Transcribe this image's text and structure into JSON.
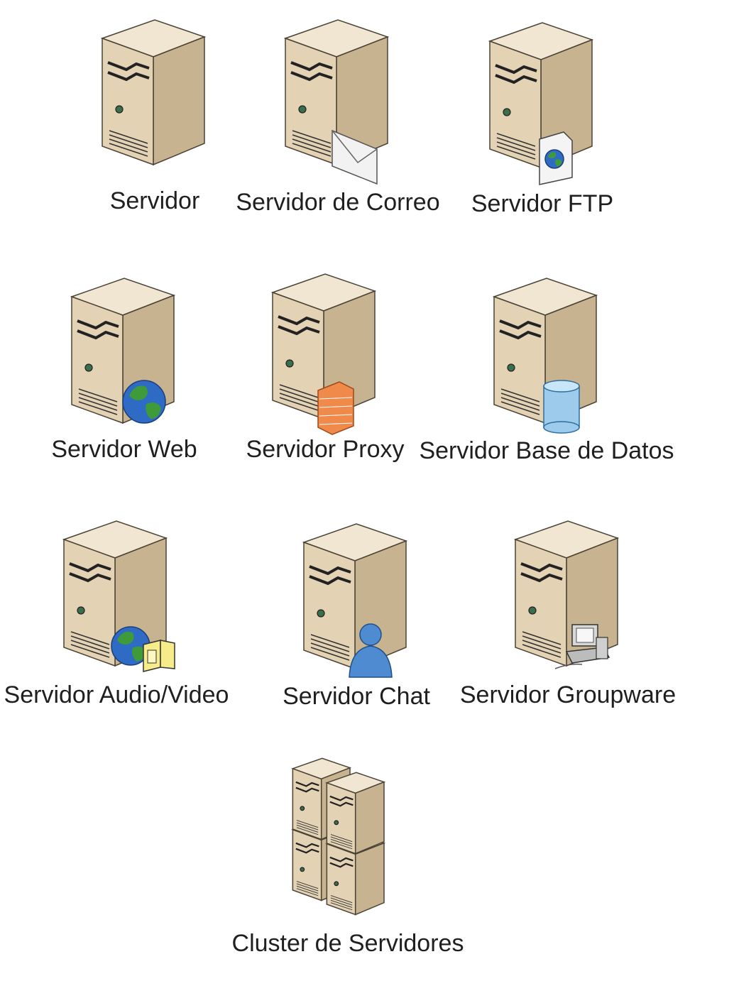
{
  "servers": [
    {
      "label": "Servidor",
      "icon": "server-icon",
      "badge": null
    },
    {
      "label": "Servidor de Correo",
      "icon": "server-icon",
      "badge": "envelope-icon"
    },
    {
      "label": "Servidor FTP",
      "icon": "server-icon",
      "badge": "document-globe-icon"
    },
    {
      "label": "Servidor Web",
      "icon": "server-icon",
      "badge": "globe-icon"
    },
    {
      "label": "Servidor Proxy",
      "icon": "server-icon",
      "badge": "firewall-icon"
    },
    {
      "label": "Servidor Base de Datos",
      "icon": "server-icon",
      "badge": "database-icon"
    },
    {
      "label": "Servidor Audio/Video",
      "icon": "server-icon",
      "badge": "globe-film-icon"
    },
    {
      "label": "Servidor Chat",
      "icon": "server-icon",
      "badge": "user-icon"
    },
    {
      "label": "Servidor Groupware",
      "icon": "server-icon",
      "badge": "workstation-icon"
    },
    {
      "label": "Cluster de Servidores",
      "icon": "server-cluster-icon",
      "badge": null
    }
  ],
  "colors": {
    "case_front": "#e3d2b4",
    "case_side": "#c8b391",
    "case_top": "#f1e6d1",
    "outline": "#4a4235",
    "globe": "#2f6bc4",
    "land": "#3f9a3a",
    "firewall": "#f08a4b",
    "database": "#9ccbec",
    "user": "#4f8bd0"
  }
}
